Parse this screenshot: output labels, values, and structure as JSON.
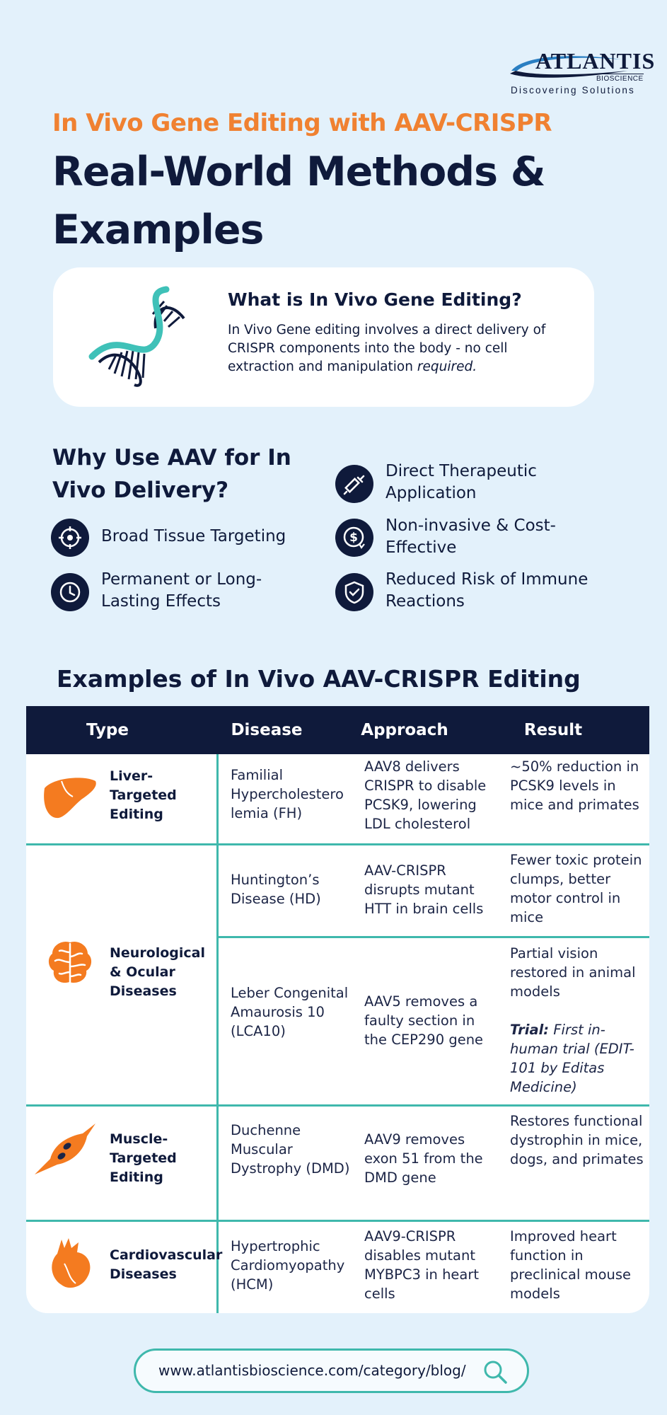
{
  "logo": {
    "brand": "ATLANTIS",
    "sub": "BIOSCIENCE",
    "tagline": "Discovering Solutions"
  },
  "header": {
    "subtitle": "In Vivo Gene Editing with AAV-CRISPR",
    "title": "Real-World Methods & Examples"
  },
  "intro": {
    "heading": "What is In Vivo Gene Editing?",
    "text": "In Vivo Gene editing involves a direct delivery of CRISPR components into the body - no cell extraction and manipulation",
    "text_em": "required."
  },
  "why": {
    "heading": "Why Use AAV for In Vivo Delivery?",
    "features": [
      {
        "label": "Broad Tissue Targeting",
        "icon": "target-icon"
      },
      {
        "label": "Permanent or Long-Lasting Effects",
        "icon": "clock-icon"
      },
      {
        "label": "Direct Therapeutic Application",
        "icon": "syringe-icon"
      },
      {
        "label": "Non-invasive & Cost-Effective",
        "icon": "dollar-icon"
      },
      {
        "label": "Reduced Risk of Immune Reactions",
        "icon": "shield-check-icon"
      }
    ]
  },
  "examples": {
    "heading": "Examples of In Vivo AAV-CRISPR Editing",
    "columns": [
      "Type",
      "Disease",
      "Approach",
      "Result"
    ],
    "rows": [
      {
        "type": "Liver-Targeted Editing",
        "icon": "liver-icon",
        "disease": "Familial Hypercholestero lemia (FH)",
        "approach": "AAV8 delivers CRISPR to disable PCSK9, lowering LDL cholesterol",
        "result": "~50% reduction in PCSK9 levels in mice and primates"
      },
      {
        "type": "Neurological & Ocular Diseases",
        "icon": "brain-icon",
        "disease": "Huntington’s Disease (HD)",
        "approach": "AAV-CRISPR disrupts mutant HTT in brain cells",
        "result": "Fewer toxic protein clumps, better motor control in mice"
      },
      {
        "type": "",
        "disease": "Leber Congenital Amaurosis 10 (LCA10)",
        "approach": "AAV5 removes a faulty section in the CEP290 gene",
        "result": "Partial vision restored in animal models",
        "trial_label": "Trial:",
        "trial_text": "First in-human trial (EDIT-101 by Editas Medicine)"
      },
      {
        "type": "Muscle-Targeted Editing",
        "icon": "muscle-icon",
        "disease": "Duchenne Muscular Dystrophy (DMD)",
        "approach": "AAV9 removes exon 51 from the DMD gene",
        "result": "Restores functional dystrophin in mice, dogs, and primates"
      },
      {
        "type": "Cardiovascular Diseases",
        "icon": "heart-icon",
        "disease": "Hypertrophic Cardiomyopathy (HCM)",
        "approach": "AAV9-CRISPR disables mutant MYBPC3 in heart cells",
        "result": "Improved heart function in preclinical mouse models"
      }
    ]
  },
  "footer": {
    "url": "www.atlantisbioscience.com/category/blog/"
  },
  "colors": {
    "background": "#e3f1fb",
    "navy": "#0f1a3b",
    "orange": "#f08131",
    "teal": "#3fb8ac"
  }
}
